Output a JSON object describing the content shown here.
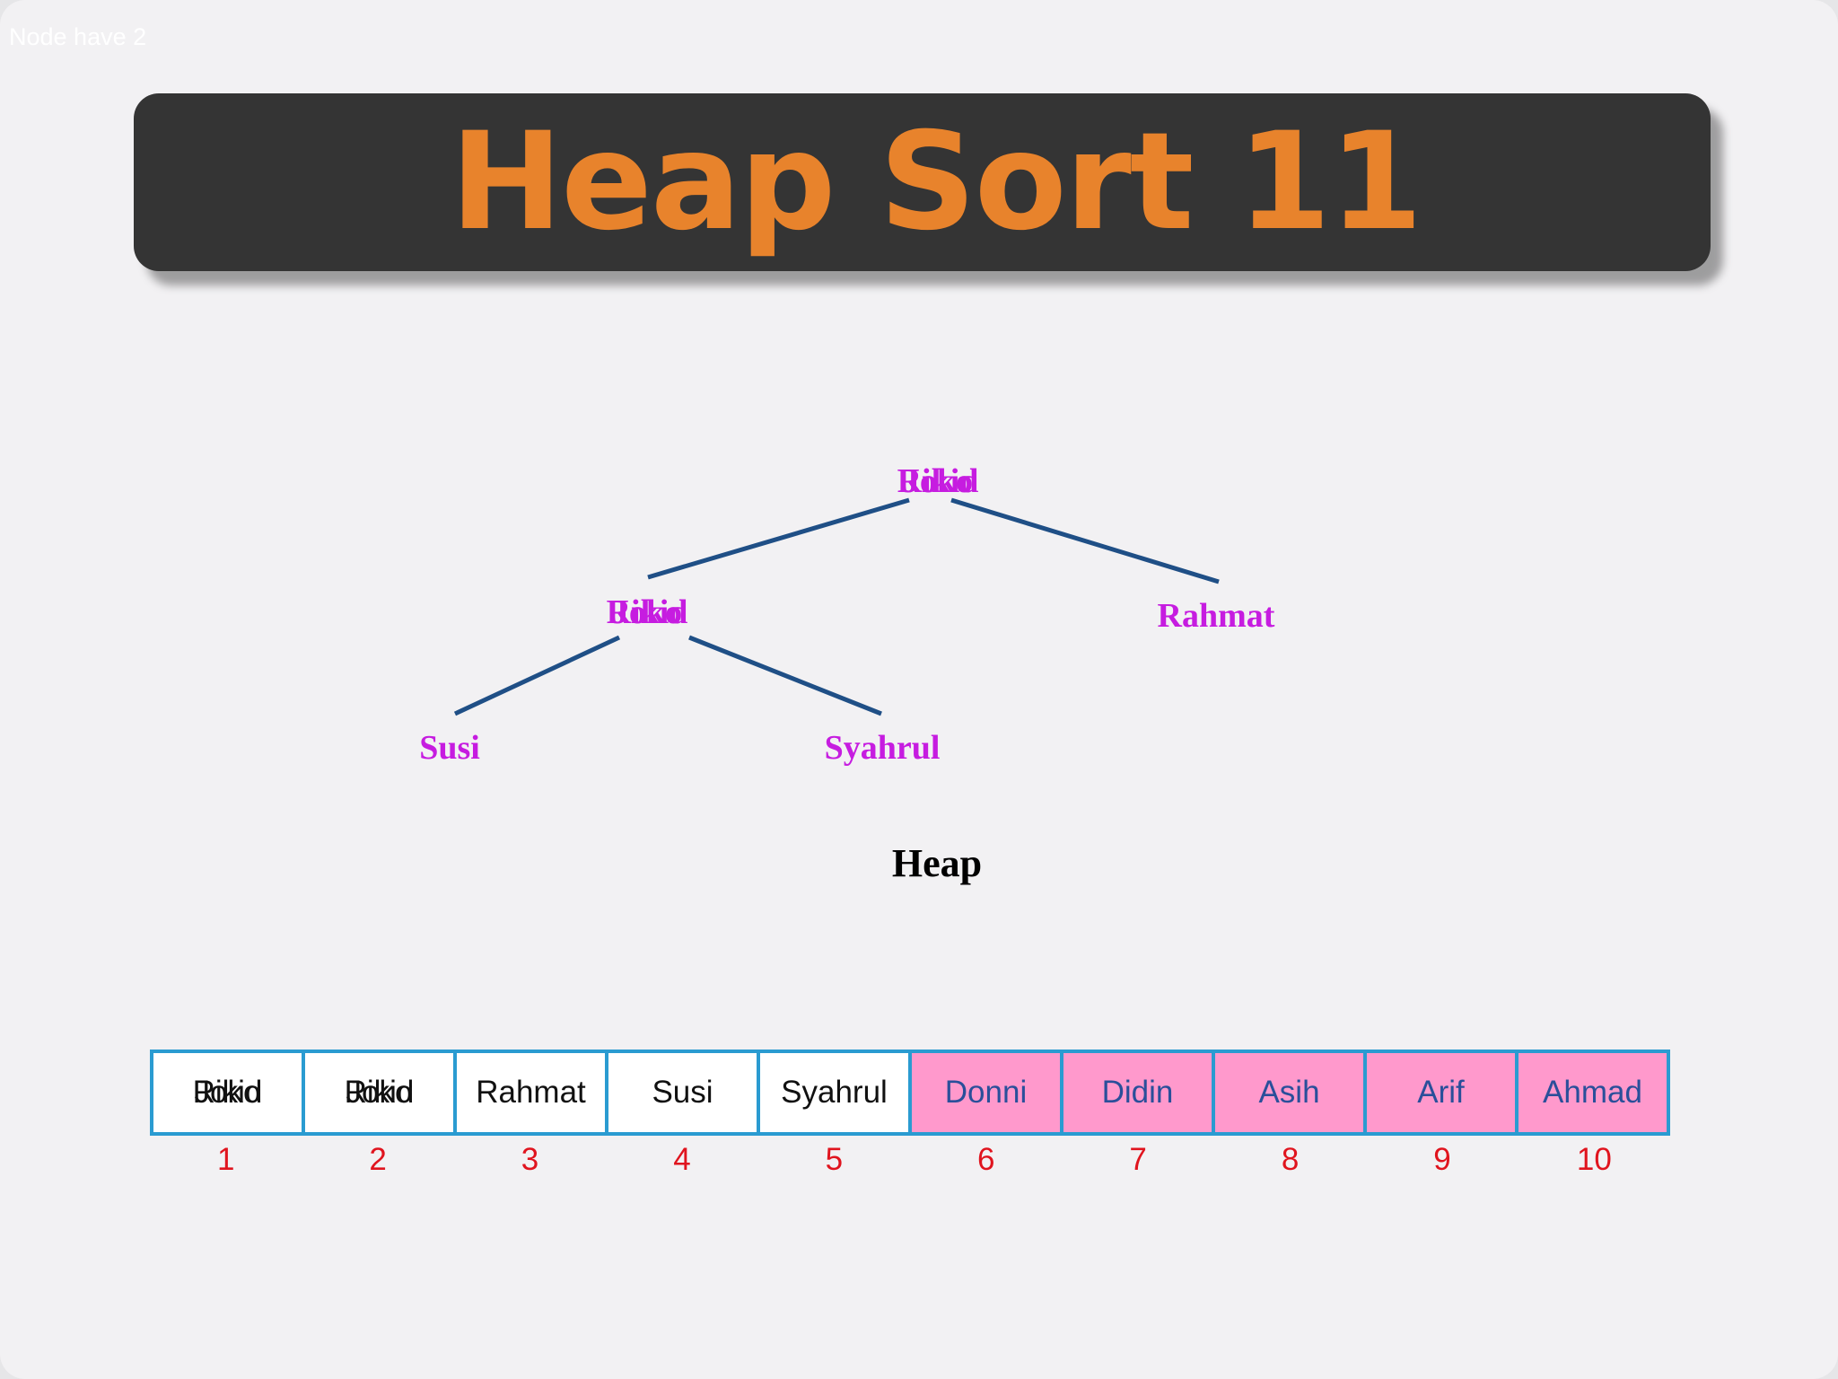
{
  "note": "Node have 2",
  "title": "Heap Sort 11",
  "tree": {
    "root": [
      "Joko",
      "Rikid"
    ],
    "left": [
      "Joko",
      "Rikid"
    ],
    "right": "Rahmat",
    "left_left": "Susi",
    "left_right": "Syahrul"
  },
  "heap_caption": "Heap",
  "array": {
    "cells": [
      {
        "labels": [
          "Joko",
          "Rikid"
        ],
        "state": "heap"
      },
      {
        "labels": [
          "Joko",
          "Rikid"
        ],
        "state": "heap"
      },
      {
        "labels": [
          "Rahmat"
        ],
        "state": "heap"
      },
      {
        "labels": [
          "Susi"
        ],
        "state": "heap"
      },
      {
        "labels": [
          "Syahrul"
        ],
        "state": "heap"
      },
      {
        "labels": [
          "Donni"
        ],
        "state": "sorted"
      },
      {
        "labels": [
          "Didin"
        ],
        "state": "sorted"
      },
      {
        "labels": [
          "Asih"
        ],
        "state": "sorted"
      },
      {
        "labels": [
          "Arif"
        ],
        "state": "sorted"
      },
      {
        "labels": [
          "Ahmad"
        ],
        "state": "sorted"
      }
    ],
    "indices": [
      "1",
      "2",
      "3",
      "4",
      "5",
      "6",
      "7",
      "8",
      "9",
      "10"
    ]
  },
  "colors": {
    "title": "#e8832c",
    "banner": "#343434",
    "node_text": "#c61ce0",
    "edge": "#1f4f86",
    "cell_border": "#2a9bd1",
    "sorted_fill": "#ff99cc",
    "index_text": "#e0141e"
  }
}
